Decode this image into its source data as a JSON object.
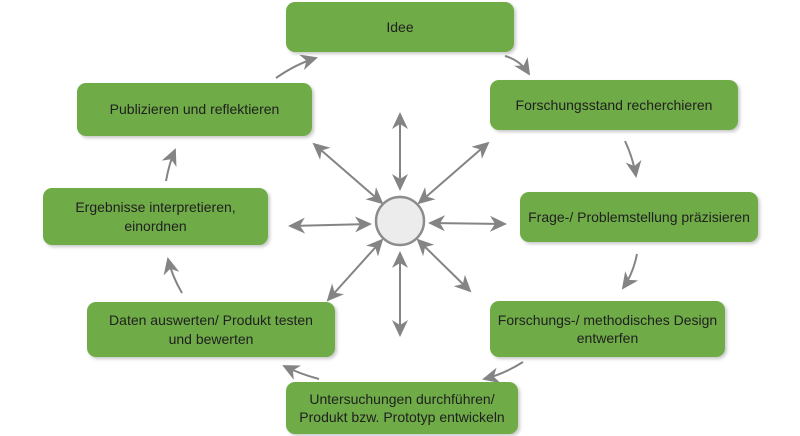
{
  "diagram": {
    "description": "Circular research process cycle with central hub",
    "center": {
      "shape": "circle",
      "label": ""
    },
    "nodes": [
      {
        "id": "idee",
        "label": "Idee"
      },
      {
        "id": "forschungsstand",
        "label": "Forschungsstand recherchieren"
      },
      {
        "id": "frage",
        "label": "Frage-/ Problemstellung präzisieren"
      },
      {
        "id": "design",
        "label": "Forschungs-/ methodisches Design\nentwerfen"
      },
      {
        "id": "untersuchungen",
        "label": "Untersuchungen durchführen/\nProdukt bzw. Prototyp entwickeln"
      },
      {
        "id": "daten",
        "label": "Daten auswerten/ Produkt testen\nund bewerten"
      },
      {
        "id": "ergebnisse",
        "label": "Ergebnisse interpretieren,\neinordnen"
      },
      {
        "id": "publizieren",
        "label": "Publizieren und reflektieren"
      }
    ],
    "connections": {
      "cycle_order": [
        "idee",
        "forschungsstand",
        "frage",
        "design",
        "untersuchungen",
        "daten",
        "ergebnisse",
        "publizieren",
        "idee"
      ],
      "radial": "double-headed arrows between center circle and every node"
    },
    "colors": {
      "node_fill": "#6FAC47",
      "node_text": "#202020",
      "arrow": "#848484",
      "center_fill": "#ECECEC",
      "center_stroke": "#8C8C8C",
      "background": "#FFFFFF"
    }
  }
}
